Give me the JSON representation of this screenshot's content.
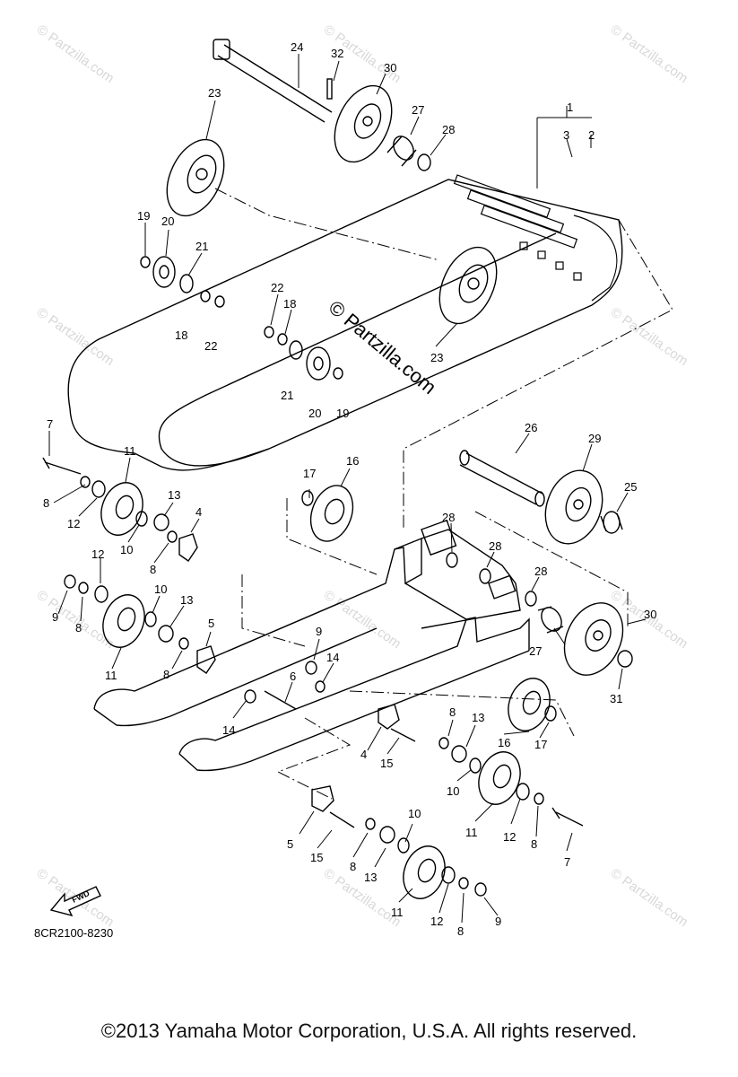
{
  "watermark": {
    "center_text": "© Partzilla.com",
    "tile_text": "© Partzilla.com"
  },
  "diagram": {
    "code": "8CR2100-8230",
    "fwd_label": "FWD",
    "part_labels": [
      "1",
      "2",
      "3",
      "4",
      "5",
      "6",
      "7",
      "8",
      "9",
      "10",
      "11",
      "12",
      "13",
      "14",
      "15",
      "16",
      "17",
      "18",
      "19",
      "20",
      "21",
      "22",
      "23",
      "24",
      "25",
      "26",
      "27",
      "28",
      "29",
      "30",
      "31",
      "32"
    ]
  },
  "footer": {
    "copyright": "©2013  Yamaha Motor Corporation, U.S.A. All rights reserved."
  },
  "colors": {
    "line": "#000000",
    "watermark": "#d8d8d8",
    "background": "#ffffff"
  }
}
